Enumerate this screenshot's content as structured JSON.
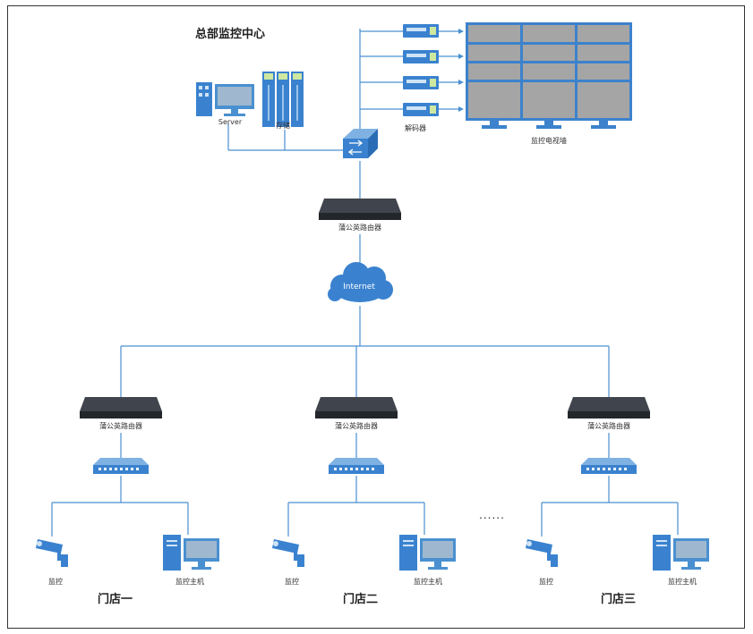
{
  "title": "总部监控中心",
  "hq": {
    "server_label": "Server",
    "storage_label": "存储",
    "decoder_label": "解码器",
    "videowall_label": "监控电视墙",
    "router_label": "蒲公英路由器",
    "internet_label": "Internet"
  },
  "stores": [
    {
      "name": "门店一",
      "router_label": "蒲公英路由器",
      "camera_label": "监控",
      "host_label": "监控主机"
    },
    {
      "name": "门店二",
      "router_label": "蒲公英路由器",
      "camera_label": "监控",
      "host_label": "监控主机"
    },
    {
      "name": "门店三",
      "router_label": "蒲公英路由器",
      "camera_label": "监控",
      "host_label": "监控主机"
    }
  ],
  "ellipsis": "......",
  "colors": {
    "line": "#4a90d0",
    "device_blue": "#2f7fd0",
    "router_dark": "#2b2f36",
    "screen_gray": "#9a9a9a"
  }
}
